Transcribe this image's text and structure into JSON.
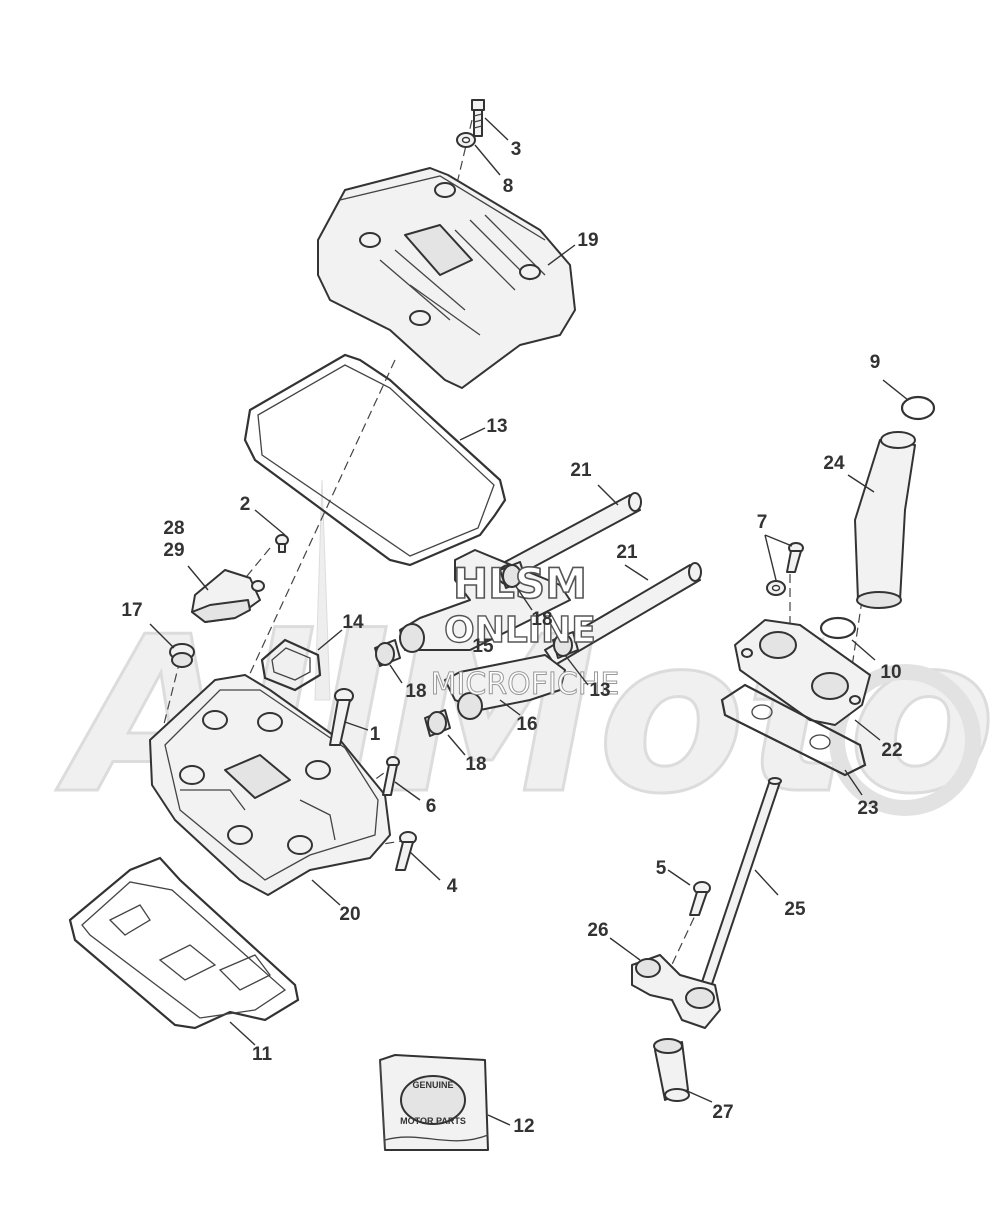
{
  "watermark": {
    "brand": "AllMoto",
    "line1": "HLSM",
    "line2": "ONLINE",
    "line3": "MICROFICHE"
  },
  "badge": {
    "top": "GENUINE",
    "bottom": "MOTOR PARTS"
  },
  "callouts": [
    {
      "id": "c1",
      "text": "1"
    },
    {
      "id": "c2",
      "text": "2"
    },
    {
      "id": "c3",
      "text": "3"
    },
    {
      "id": "c4",
      "text": "4"
    },
    {
      "id": "c5",
      "text": "5"
    },
    {
      "id": "c6",
      "text": "6"
    },
    {
      "id": "c7",
      "text": "7"
    },
    {
      "id": "c8",
      "text": "8"
    },
    {
      "id": "c9",
      "text": "9"
    },
    {
      "id": "c10",
      "text": "10"
    },
    {
      "id": "c11",
      "text": "11"
    },
    {
      "id": "c12",
      "text": "12"
    },
    {
      "id": "c13a",
      "text": "13"
    },
    {
      "id": "c13b",
      "text": "13"
    },
    {
      "id": "c14",
      "text": "14"
    },
    {
      "id": "c15",
      "text": "15"
    },
    {
      "id": "c16",
      "text": "16"
    },
    {
      "id": "c17",
      "text": "17"
    },
    {
      "id": "c18a",
      "text": "18"
    },
    {
      "id": "c18b",
      "text": "18"
    },
    {
      "id": "c18c",
      "text": "18"
    },
    {
      "id": "c19",
      "text": "19"
    },
    {
      "id": "c20",
      "text": "20"
    },
    {
      "id": "c21a",
      "text": "21"
    },
    {
      "id": "c21b",
      "text": "21"
    },
    {
      "id": "c22",
      "text": "22"
    },
    {
      "id": "c23",
      "text": "23"
    },
    {
      "id": "c24",
      "text": "24"
    },
    {
      "id": "c25",
      "text": "25"
    },
    {
      "id": "c26",
      "text": "26"
    },
    {
      "id": "c27",
      "text": "27"
    },
    {
      "id": "c28",
      "text": "28"
    },
    {
      "id": "c29",
      "text": "29"
    }
  ]
}
